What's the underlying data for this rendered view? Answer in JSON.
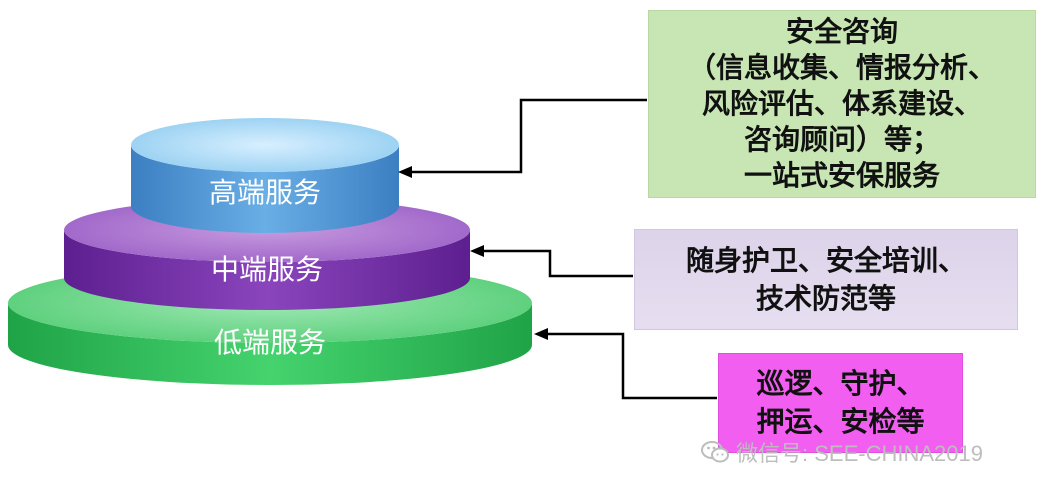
{
  "tiers": {
    "high": {
      "label": "高端服务",
      "color": "#4e8fd0"
    },
    "mid": {
      "label": "中端服务",
      "color": "#7030a0"
    },
    "low": {
      "label": "低端服务",
      "color": "#2fbf5a"
    }
  },
  "boxes": {
    "high": {
      "lines": [
        "安全咨询",
        "（信息收集、情报分析、",
        "风险评估、体系建设、",
        "咨询顾问）等；",
        "一站式安保服务"
      ],
      "color": "#c8e6b4"
    },
    "mid": {
      "lines": [
        "随身护卫、安全培训、",
        "技术防范等"
      ],
      "color": "#ddd3ea"
    },
    "low": {
      "lines": [
        "巡逻、守护、",
        "押运、安检等"
      ],
      "color": "#f15ef0"
    }
  },
  "watermark": {
    "text": "微信号: SEE-CHINA2019",
    "icon": "wechat-icon"
  }
}
